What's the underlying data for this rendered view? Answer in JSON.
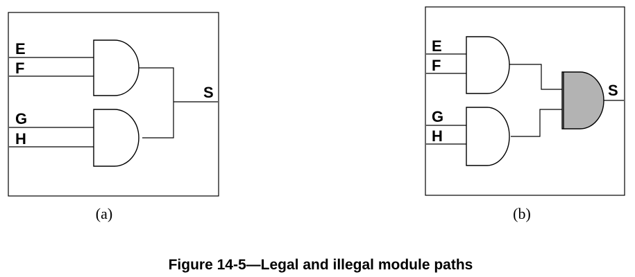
{
  "panel_a": {
    "inputs": [
      "E",
      "F",
      "G",
      "H"
    ],
    "output": "S",
    "sub_label": "(a)"
  },
  "panel_b": {
    "inputs": [
      "E",
      "F",
      "G",
      "H"
    ],
    "output": "S",
    "sub_label": "(b)",
    "highlight_color": "#b3b3b3"
  },
  "caption": "Figure 14-5—Legal and illegal module paths"
}
